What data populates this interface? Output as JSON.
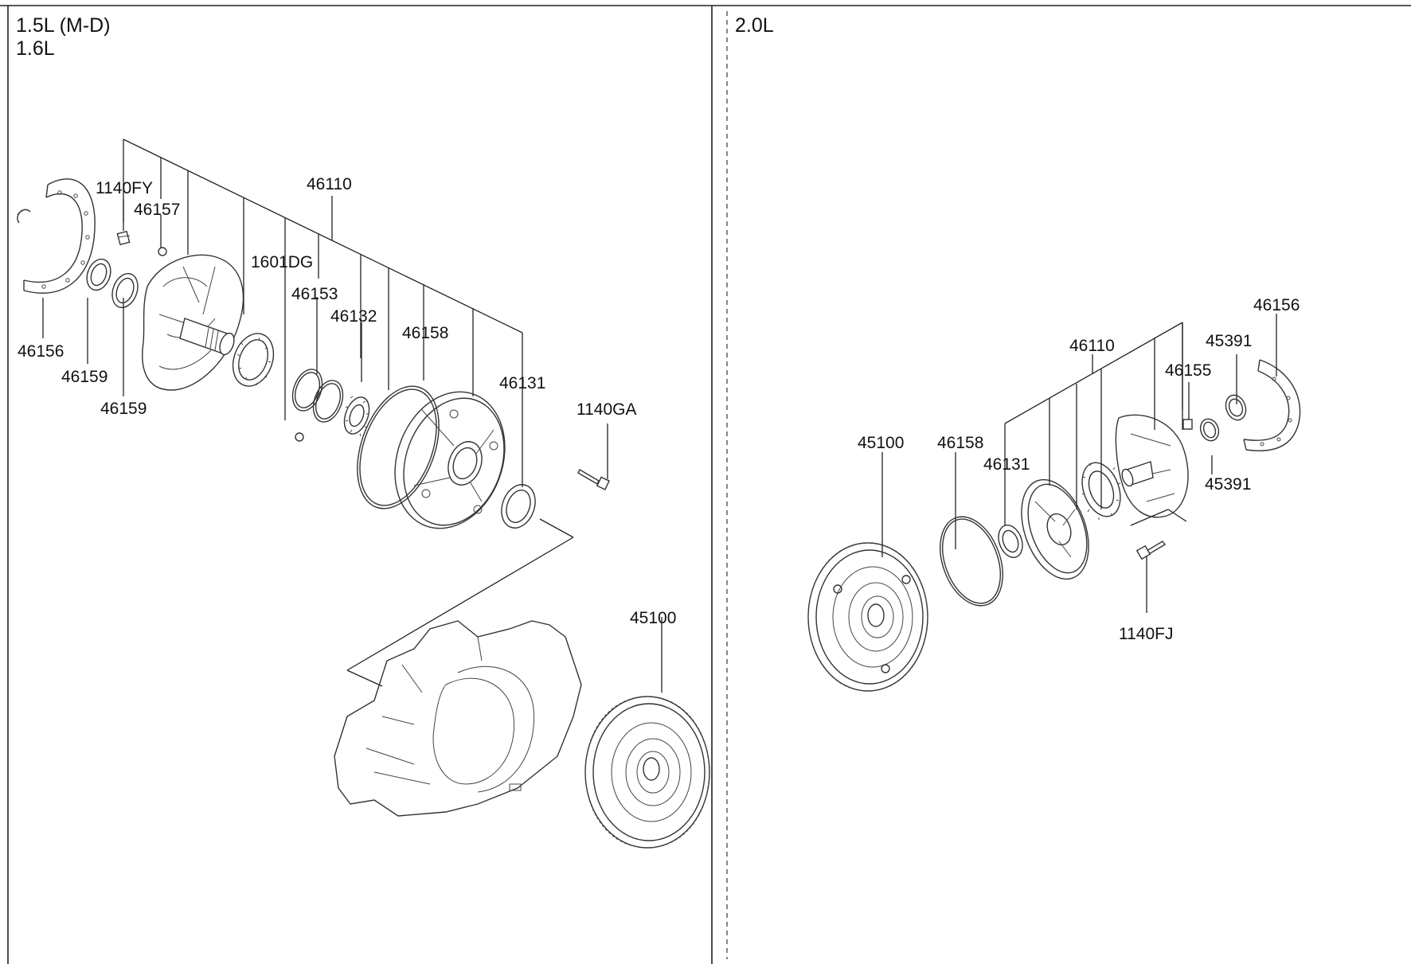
{
  "panels": {
    "left": {
      "title_line1": "1.5L (M-D)",
      "title_line2": "1.6L"
    },
    "right": {
      "title": "2.0L"
    }
  },
  "callouts_left": {
    "p1140fy": "1140FY",
    "p46157": "46157",
    "p46110": "46110",
    "p1601dg": "1601DG",
    "p46153": "46153",
    "p46132": "46132",
    "p46158": "46158",
    "p46131": "46131",
    "p1140ga": "1140GA",
    "p46156": "46156",
    "p46159a": "46159",
    "p46159b": "46159",
    "p45100": "45100"
  },
  "callouts_right": {
    "p46156": "46156",
    "p45391a": "45391",
    "p46110": "46110",
    "p46155": "46155",
    "p45100": "45100",
    "p46158": "46158",
    "p46131": "46131",
    "p45391b": "45391",
    "p1140fj": "1140FJ"
  }
}
